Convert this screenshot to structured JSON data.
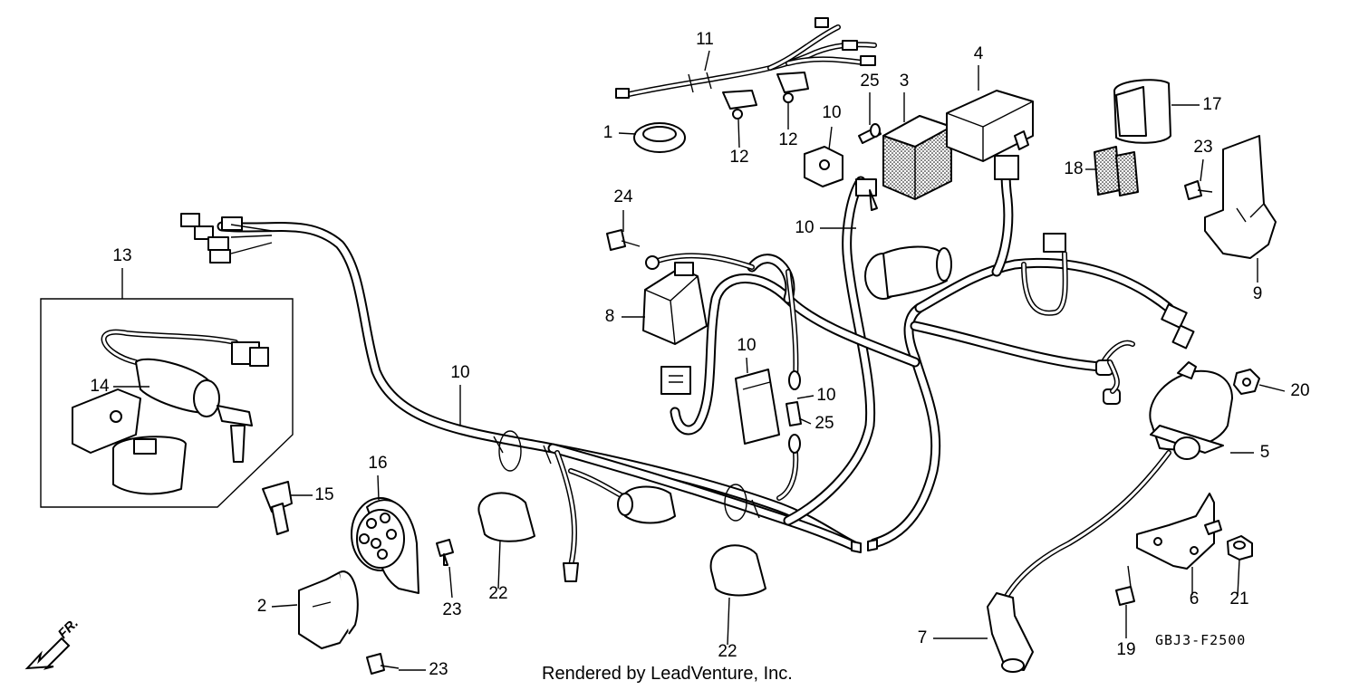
{
  "credit": "Rendered by LeadVenture, Inc.",
  "diagram_code": "GBJ3-F2500",
  "front_marker": "FR.",
  "callouts": [
    {
      "id": "c1",
      "text": "1"
    },
    {
      "id": "c2",
      "text": "2"
    },
    {
      "id": "c3",
      "text": "3"
    },
    {
      "id": "c4",
      "text": "4"
    },
    {
      "id": "c5",
      "text": "5"
    },
    {
      "id": "c6",
      "text": "6"
    },
    {
      "id": "c7",
      "text": "7"
    },
    {
      "id": "c8",
      "text": "8"
    },
    {
      "id": "c9",
      "text": "9"
    },
    {
      "id": "c10a",
      "text": "10"
    },
    {
      "id": "c10b",
      "text": "10"
    },
    {
      "id": "c10c",
      "text": "10"
    },
    {
      "id": "c10d",
      "text": "10"
    },
    {
      "id": "c10e",
      "text": "10"
    },
    {
      "id": "c11",
      "text": "11"
    },
    {
      "id": "c12a",
      "text": "12"
    },
    {
      "id": "c12b",
      "text": "12"
    },
    {
      "id": "c13",
      "text": "13"
    },
    {
      "id": "c14",
      "text": "14"
    },
    {
      "id": "c15",
      "text": "15"
    },
    {
      "id": "c16",
      "text": "16"
    },
    {
      "id": "c17",
      "text": "17"
    },
    {
      "id": "c18",
      "text": "18"
    },
    {
      "id": "c19",
      "text": "19"
    },
    {
      "id": "c20",
      "text": "20"
    },
    {
      "id": "c21",
      "text": "21"
    },
    {
      "id": "c22a",
      "text": "22"
    },
    {
      "id": "c22b",
      "text": "22"
    },
    {
      "id": "c23a",
      "text": "23"
    },
    {
      "id": "c23b",
      "text": "23"
    },
    {
      "id": "c23c",
      "text": "23"
    },
    {
      "id": "c24",
      "text": "24"
    },
    {
      "id": "c25a",
      "text": "25"
    },
    {
      "id": "c25b",
      "text": "25"
    }
  ]
}
